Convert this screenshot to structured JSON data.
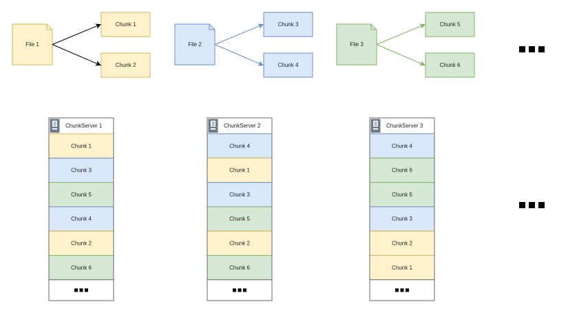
{
  "colors": {
    "yellow_fill": "#fff2cc",
    "yellow_stroke": "#d6b656",
    "blue_fill": "#dae8fc",
    "blue_stroke": "#6c8ebf",
    "green_fill": "#d5e8d4",
    "green_stroke": "#82b366",
    "neutral_stroke": "#666666",
    "arrow_file1": "#000000",
    "arrow_file2": "#6c8ebf",
    "arrow_file3": "#82b366"
  },
  "files": [
    {
      "label": "File 1",
      "color": "yellow",
      "chunks": [
        "Chunk 1",
        "Chunk 2"
      ]
    },
    {
      "label": "File 2",
      "color": "blue",
      "chunks": [
        "Chunk 3",
        "Chunk 4"
      ]
    },
    {
      "label": "File 3",
      "color": "green",
      "chunks": [
        "Chunk 5",
        "Chunk 6"
      ]
    }
  ],
  "servers": [
    {
      "title": "ChunkServer 1",
      "icon": "server-icon",
      "slots": [
        {
          "label": "Chunk 1",
          "color": "yellow"
        },
        {
          "label": "Chunk 3",
          "color": "blue"
        },
        {
          "label": "Chunk 5",
          "color": "green"
        },
        {
          "label": "Chunk 4",
          "color": "blue"
        },
        {
          "label": "Chunk 2",
          "color": "yellow"
        },
        {
          "label": "Chunk 6",
          "color": "green"
        }
      ]
    },
    {
      "title": "ChunkServer 2",
      "icon": "server-icon",
      "slots": [
        {
          "label": "Chunk 4",
          "color": "blue"
        },
        {
          "label": "Chunk 1",
          "color": "yellow"
        },
        {
          "label": "Chunk 3",
          "color": "blue"
        },
        {
          "label": "Chunk 5",
          "color": "green"
        },
        {
          "label": "Chunk 2",
          "color": "yellow"
        },
        {
          "label": "Chunk 6",
          "color": "green"
        }
      ]
    },
    {
      "title": "ChunkServer 3",
      "icon": "server-icon",
      "slots": [
        {
          "label": "Chunk 4",
          "color": "blue"
        },
        {
          "label": "Chunk 6",
          "color": "green"
        },
        {
          "label": "Chunk 5",
          "color": "green"
        },
        {
          "label": "Chunk 3",
          "color": "blue"
        },
        {
          "label": "Chunk 2",
          "color": "yellow"
        },
        {
          "label": "Chunk 1",
          "color": "yellow"
        }
      ]
    }
  ],
  "more_indicator": "ellipsis-squares"
}
